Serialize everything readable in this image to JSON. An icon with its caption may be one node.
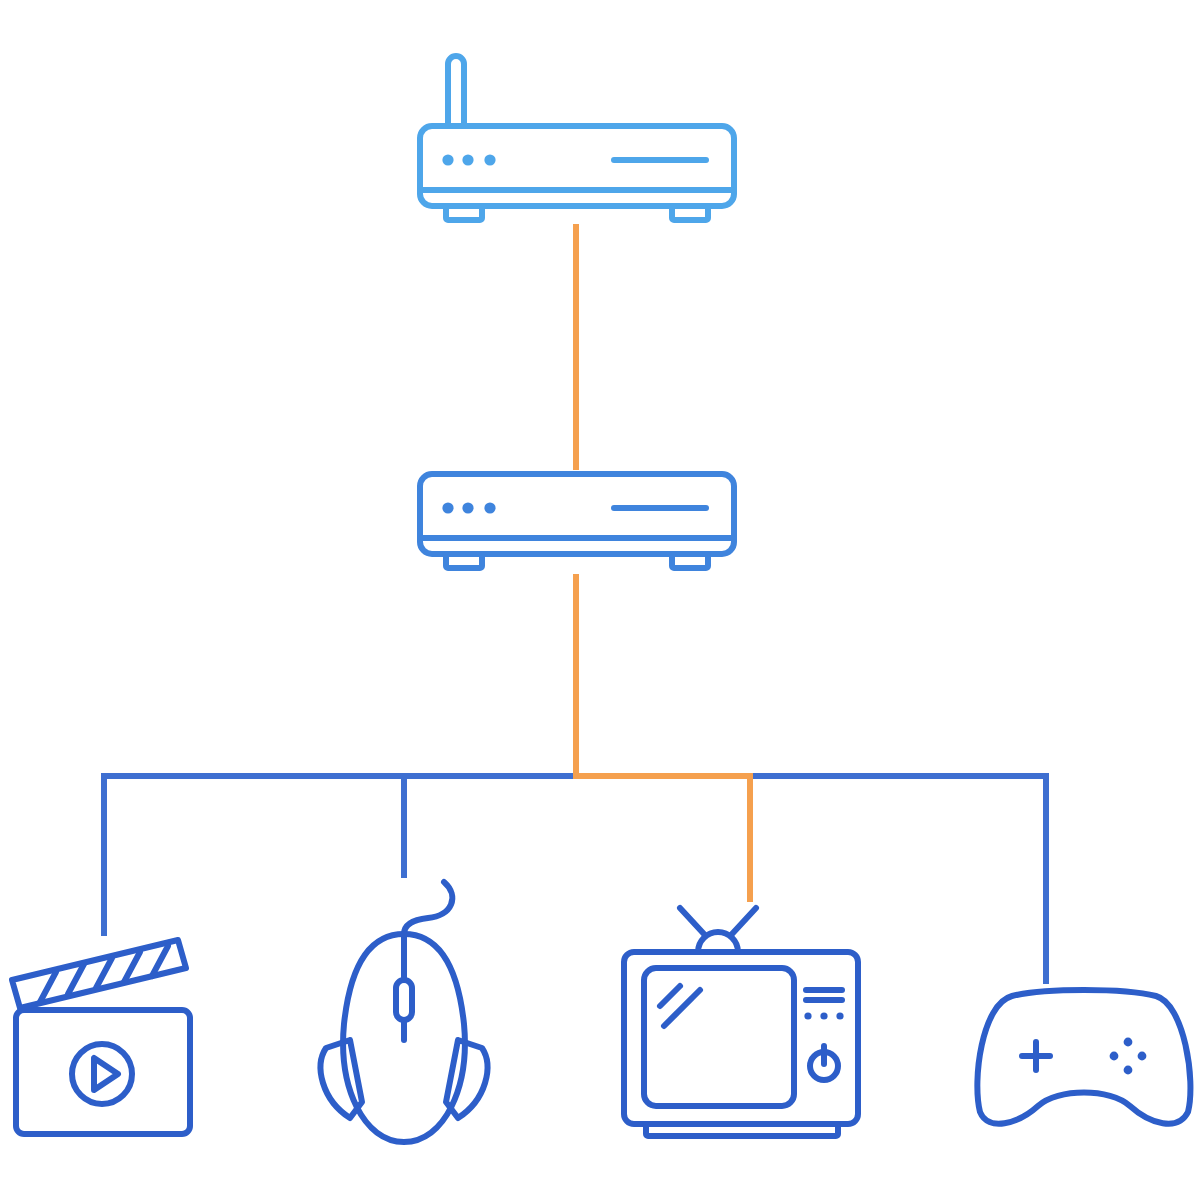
{
  "diagram": {
    "nodes": [
      {
        "text": [],
        "shape": "picture"
      },
      {
        "text": [],
        "shape": "picture"
      },
      {
        "text": [],
        "shape": "picture"
      },
      {
        "text": [],
        "shape": "picture"
      },
      {
        "text": [],
        "shape": "picture"
      },
      {
        "text": [],
        "shape": "picture"
      }
    ],
    "edges": [
      {
        "from": 0,
        "to": 1,
        "arrow": "none",
        "color": "#f5a04e"
      },
      {
        "from": 1,
        "to": 2,
        "arrow": "none"
      },
      {
        "from": 1,
        "to": 3,
        "arrow": "none"
      },
      {
        "from": 1,
        "to": 4,
        "arrow": "none",
        "color": "#f5a04e"
      },
      {
        "from": 1,
        "to": 5,
        "arrow": "none"
      }
    ]
  }
}
